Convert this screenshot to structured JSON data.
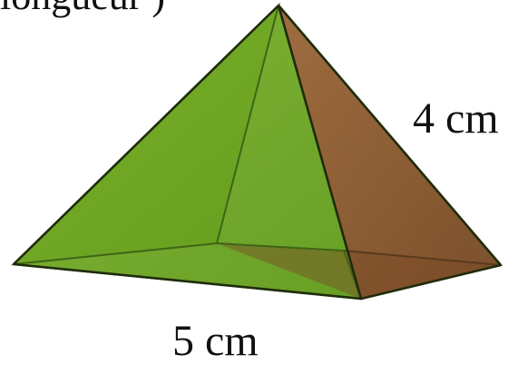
{
  "top_text": "longueur )",
  "labels": {
    "slant_edge": "4 cm",
    "base_edge": "5 cm"
  },
  "colors": {
    "green_face": "#6b9f22",
    "green_face_dark": "#5f8f1d",
    "brown_face": "#8d5a2f",
    "brown_face_dark": "#6f4321",
    "edge": "#263d0d",
    "text": "#111111"
  }
}
